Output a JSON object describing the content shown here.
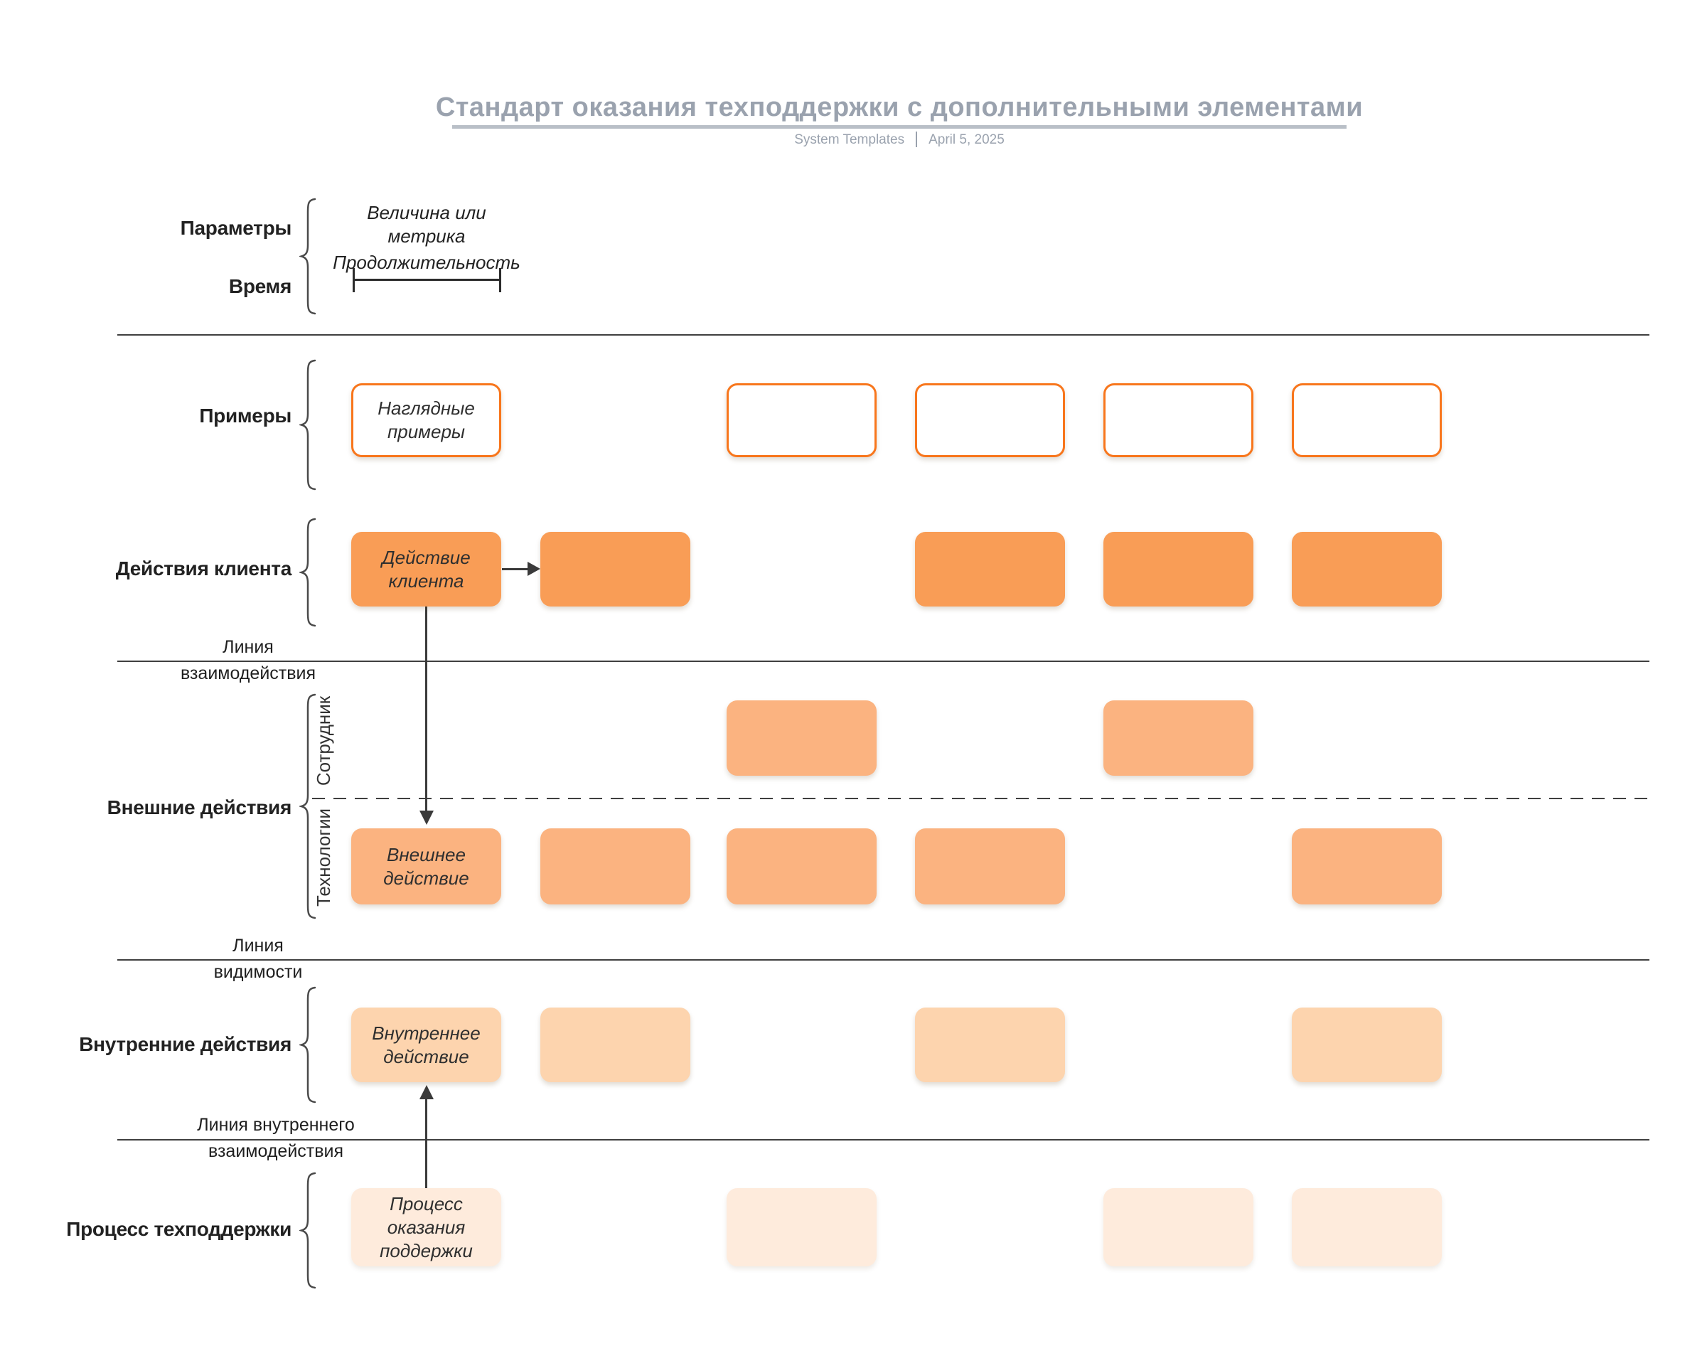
{
  "header": {
    "title": "Стандарт оказания техподдержки с дополнительными элементами",
    "source": "System Templates",
    "date": "April 5, 2025"
  },
  "sections": {
    "parameters": {
      "label": "Параметры",
      "metric_note": "Величина или метрика",
      "time_label": "Время",
      "duration_note": "Продолжительность"
    },
    "examples": {
      "label": "Примеры",
      "box_text": "Наглядные примеры"
    },
    "customer": {
      "label": "Действия клиента",
      "box_text": "Действие клиента"
    },
    "external": {
      "label": "Внешние действия",
      "lane_top": "Сотрудник",
      "lane_bottom": "Технологии",
      "box_text": "Внешнее действие"
    },
    "internal": {
      "label": "Внутренние действия",
      "box_text": "Внутреннее действие"
    },
    "process": {
      "label": "Процесс техподдержки",
      "box_text": "Процесс оказания поддержки"
    }
  },
  "lines": {
    "interaction": {
      "line1": "Линия",
      "line2": "взаимодействия"
    },
    "visibility": {
      "line1": "Линия",
      "line2": "видимости"
    },
    "internal_interaction": {
      "line1": "Линия внутреннего",
      "line2": "взаимодействия"
    }
  },
  "grid": {
    "columns": [
      "c1",
      "c2b",
      "c2",
      "c3",
      "c4",
      "c5"
    ],
    "rows": [
      {
        "name": "examples",
        "cells": [
          "c1",
          "c2",
          "c3",
          "c4",
          "c5"
        ]
      },
      {
        "name": "customer",
        "cells": [
          "c1",
          "c2b",
          "c3",
          "c4",
          "c5"
        ]
      },
      {
        "name": "staff",
        "cells": [
          "c2",
          "c4"
        ]
      },
      {
        "name": "tech",
        "cells": [
          "c1",
          "c2b",
          "c2",
          "c3",
          "c5"
        ]
      },
      {
        "name": "internal",
        "cells": [
          "c1",
          "c2b",
          "c3",
          "c5"
        ]
      },
      {
        "name": "process",
        "cells": [
          "c1",
          "c2",
          "c4",
          "c5"
        ]
      }
    ]
  },
  "colors": {
    "accent_border": "#F8761C",
    "customer_fill": "#F99D56",
    "external_fill": "#FBB380",
    "internal_fill": "#FDD4AE",
    "process_fill": "#FEEBDC",
    "title_gray": "#9AA2AE",
    "line_dark": "#3F3F3F"
  }
}
